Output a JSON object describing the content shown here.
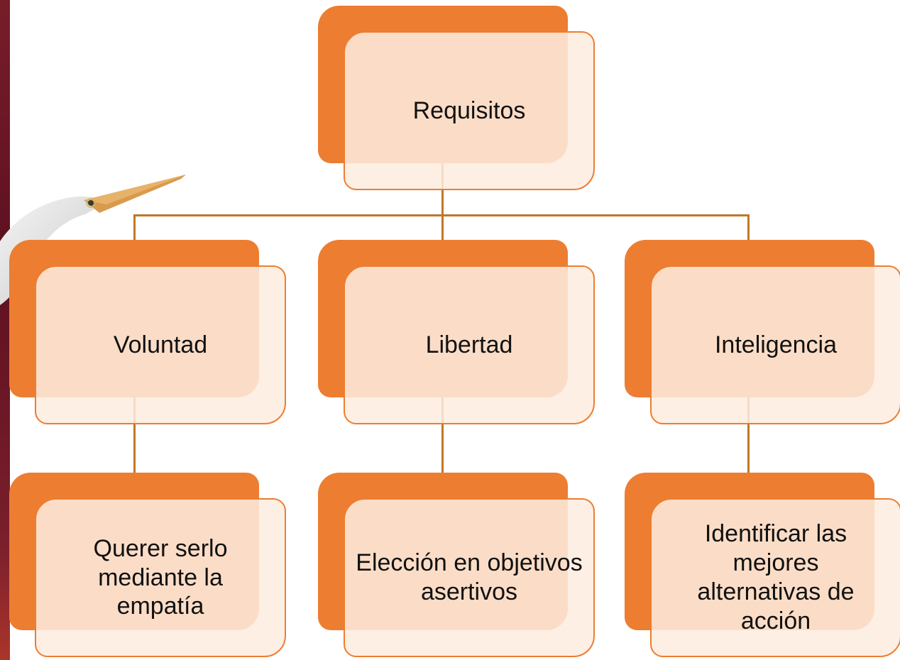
{
  "diagram": {
    "root": {
      "label": "Requisitos"
    },
    "branches": [
      {
        "label": "Voluntad",
        "detail": "Querer serlo mediante la empatía"
      },
      {
        "label": "Libertad",
        "detail": "Elección en objetivos asertivos"
      },
      {
        "label": "Inteligencia",
        "detail": "Identificar las mejores alternativas de acción"
      }
    ]
  },
  "colors": {
    "box_back": "#ed7d31",
    "box_front": "#fdece0",
    "box_border": "#ed7d31",
    "connector": "#c0772a",
    "text": "#111111",
    "left_edge": "#6b1826"
  }
}
